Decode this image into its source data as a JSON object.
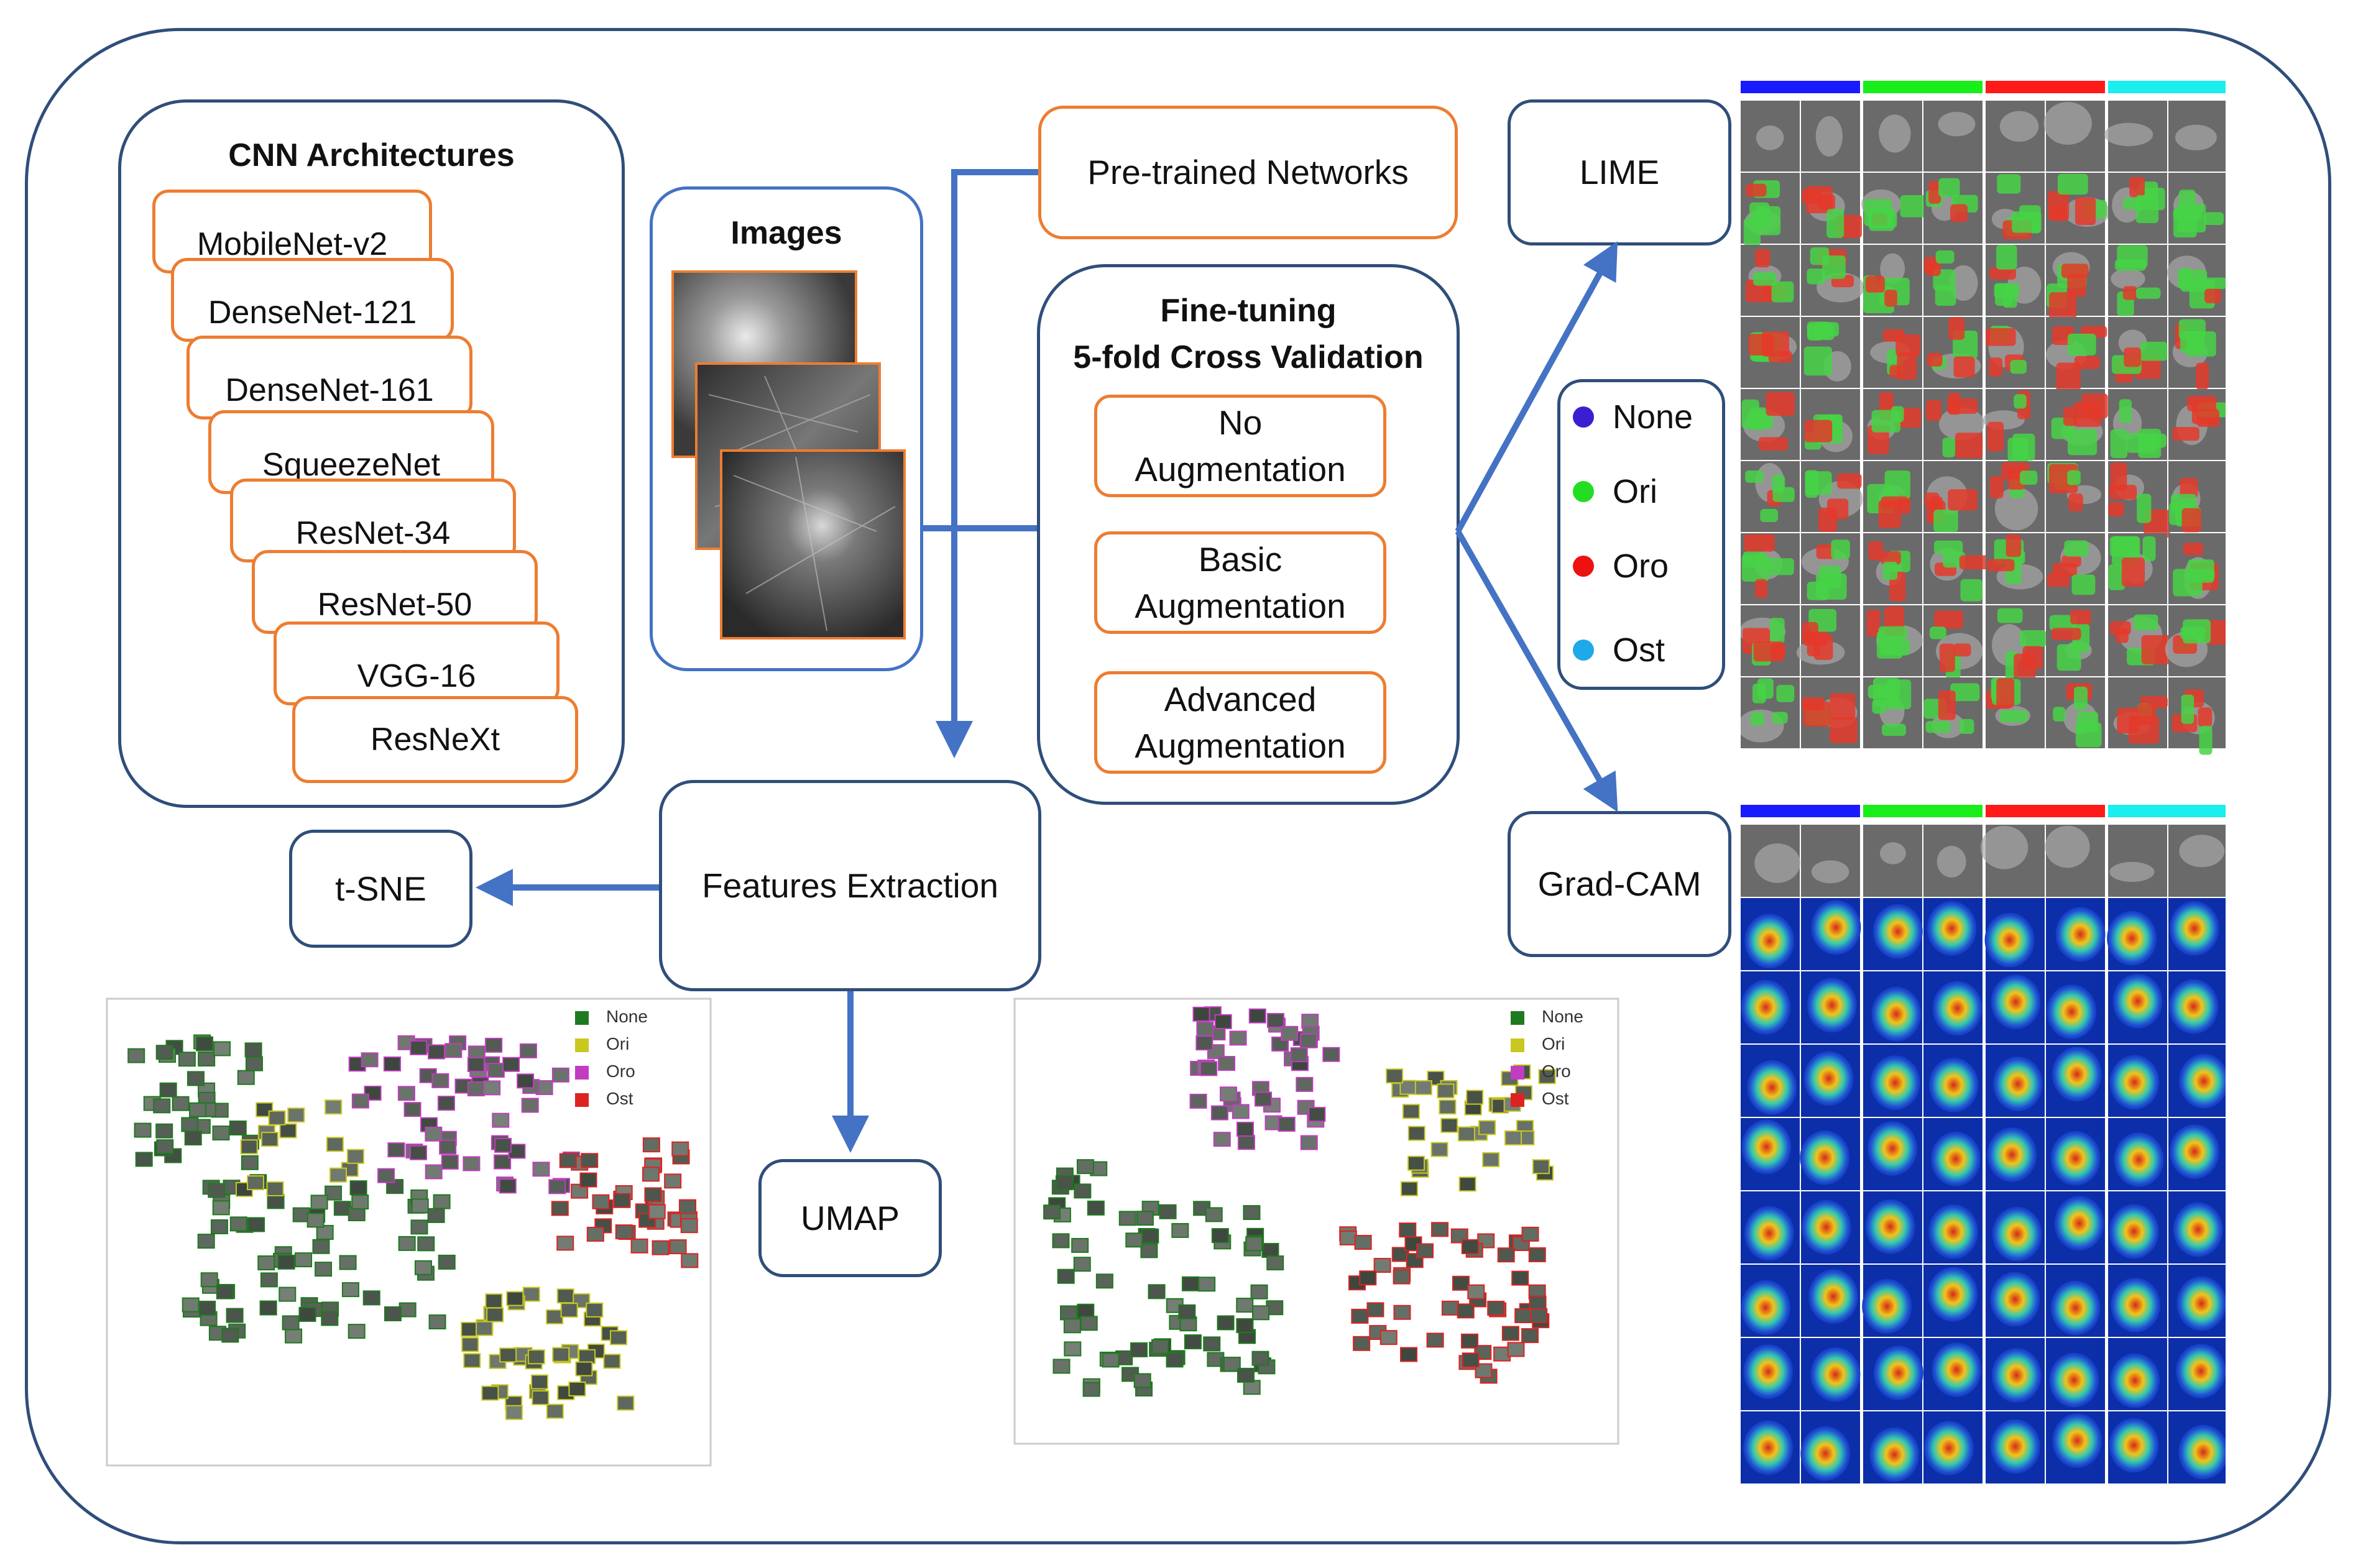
{
  "cnn_panel": {
    "title": "CNN Architectures",
    "models": [
      "MobileNet-v2",
      "DenseNet-121",
      "DenseNet-161",
      "SqueezeNet",
      "ResNet-34",
      "ResNet-50",
      "VGG-16",
      "ResNeXt"
    ]
  },
  "images_panel": {
    "title": "Images"
  },
  "pretrained": "Pre-trained Networks",
  "finetune": {
    "title_line1": "Fine-tuning",
    "title_line2": "5-fold Cross Validation",
    "options": [
      {
        "line1": "No",
        "line2": "Augmentation"
      },
      {
        "line1": "Basic",
        "line2": "Augmentation"
      },
      {
        "line1": "Advanced",
        "line2": "Augmentation"
      }
    ]
  },
  "lime": "LIME",
  "gradcam": "Grad-CAM",
  "features": "Features Extraction",
  "tsne": "t-SNE",
  "umap": "UMAP",
  "class_legend": [
    {
      "label": "None",
      "color": "#3a1fd1"
    },
    {
      "label": "Ori",
      "color": "#22dd22"
    },
    {
      "label": "Oro",
      "color": "#ee1111"
    },
    {
      "label": "Ost",
      "color": "#1fa9e8"
    }
  ],
  "scatter_legend": [
    {
      "label": "None",
      "color": "#1f7a1f"
    },
    {
      "label": "Ori",
      "color": "#c8c81e"
    },
    {
      "label": "Oro",
      "color": "#c03cc0"
    },
    {
      "label": "Ost",
      "color": "#dd2222"
    }
  ],
  "header_colors": [
    "#1a1aff",
    "#1aee1a",
    "#ff1a1a",
    "#1aeeee"
  ],
  "colors": {
    "navy": "#2f4e7a",
    "blue": "#4472c4",
    "orange": "#ed7d31"
  }
}
